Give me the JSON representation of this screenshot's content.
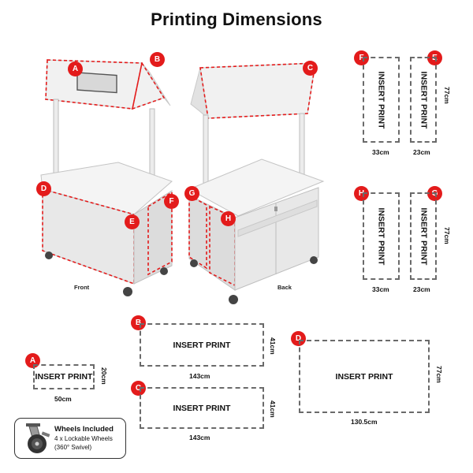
{
  "title": "Printing Dimensions",
  "print_label": "INSERT PRINT",
  "accent_color": "#e31b1b",
  "views": {
    "front": "Front",
    "back": "Back"
  },
  "panels": [
    {
      "id": "F",
      "width": "33cm"
    },
    {
      "id": "E",
      "width": "23cm",
      "height": "77cm"
    },
    {
      "id": "H",
      "width": "33cm"
    },
    {
      "id": "G",
      "width": "23cm",
      "height": "77cm"
    },
    {
      "id": "B",
      "width": "143cm",
      "height": "41cm"
    },
    {
      "id": "A",
      "width": "50cm",
      "height": "20cm"
    },
    {
      "id": "C",
      "width": "143cm",
      "height": "41cm"
    },
    {
      "id": "D",
      "width": "130.5cm",
      "height": "77cm"
    }
  ],
  "wheels": {
    "title": "Wheels Included",
    "line1": "4 x Lockable Wheels",
    "line2": "(360° Swivel)",
    "icon": "caster-wheel-icon"
  }
}
